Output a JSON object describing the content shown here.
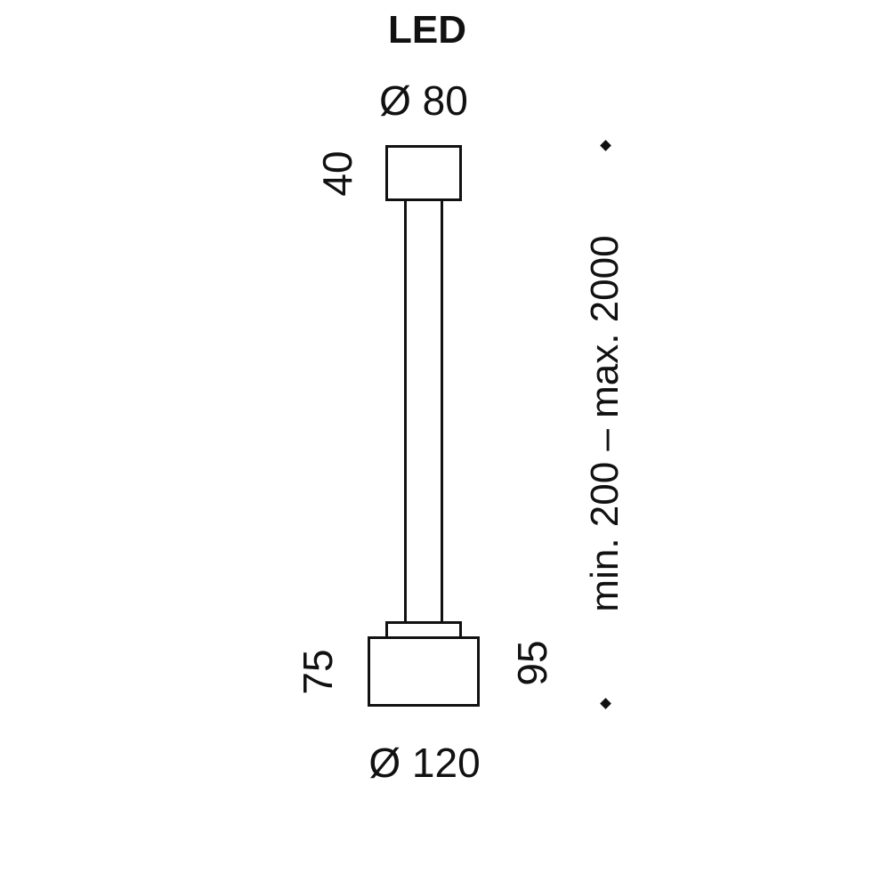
{
  "title": "LED",
  "dimensions": {
    "canopy_diameter": "Ø 80",
    "canopy_height": "40",
    "shade_height": "75",
    "total_shade_height": "95",
    "shade_diameter": "Ø 120",
    "suspension_range": "min. 200 – max. 2000"
  },
  "colors": {
    "line": "#111111",
    "background": "#ffffff"
  }
}
